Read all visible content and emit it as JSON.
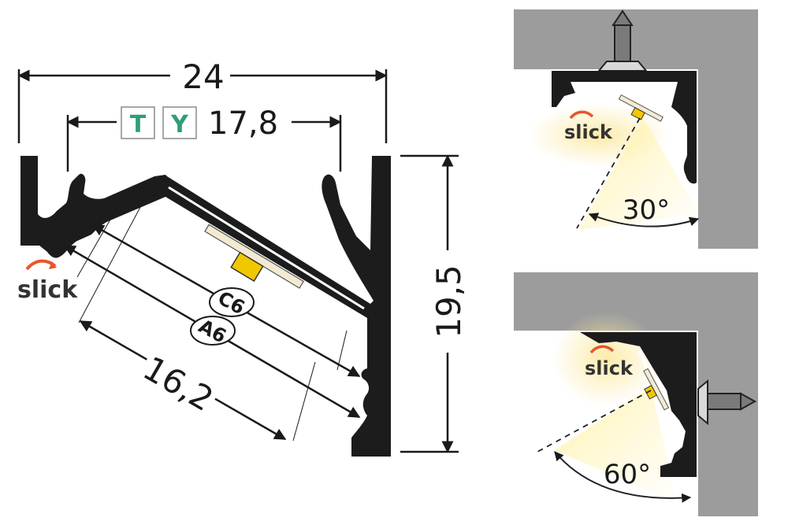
{
  "main_view": {
    "width_label": "24",
    "inner_width_label": "17,8",
    "height_label": "19,5",
    "diagonal_label": "16,2",
    "cover_tags": [
      "T",
      "Y"
    ],
    "cover_codes": [
      "C6",
      "A6"
    ]
  },
  "brand": {
    "name": "slick"
  },
  "mount_views": [
    {
      "name": "wall-ceiling-mount",
      "angle_label": "30°"
    },
    {
      "name": "wall-side-mount",
      "angle_label": "60°"
    }
  ],
  "colors": {
    "profile": "#1c1c1c",
    "wall": "#9c9c9c",
    "led": "#f0c800",
    "tag_green": "#2e9e7a",
    "brand_accent": "#e8552a"
  }
}
